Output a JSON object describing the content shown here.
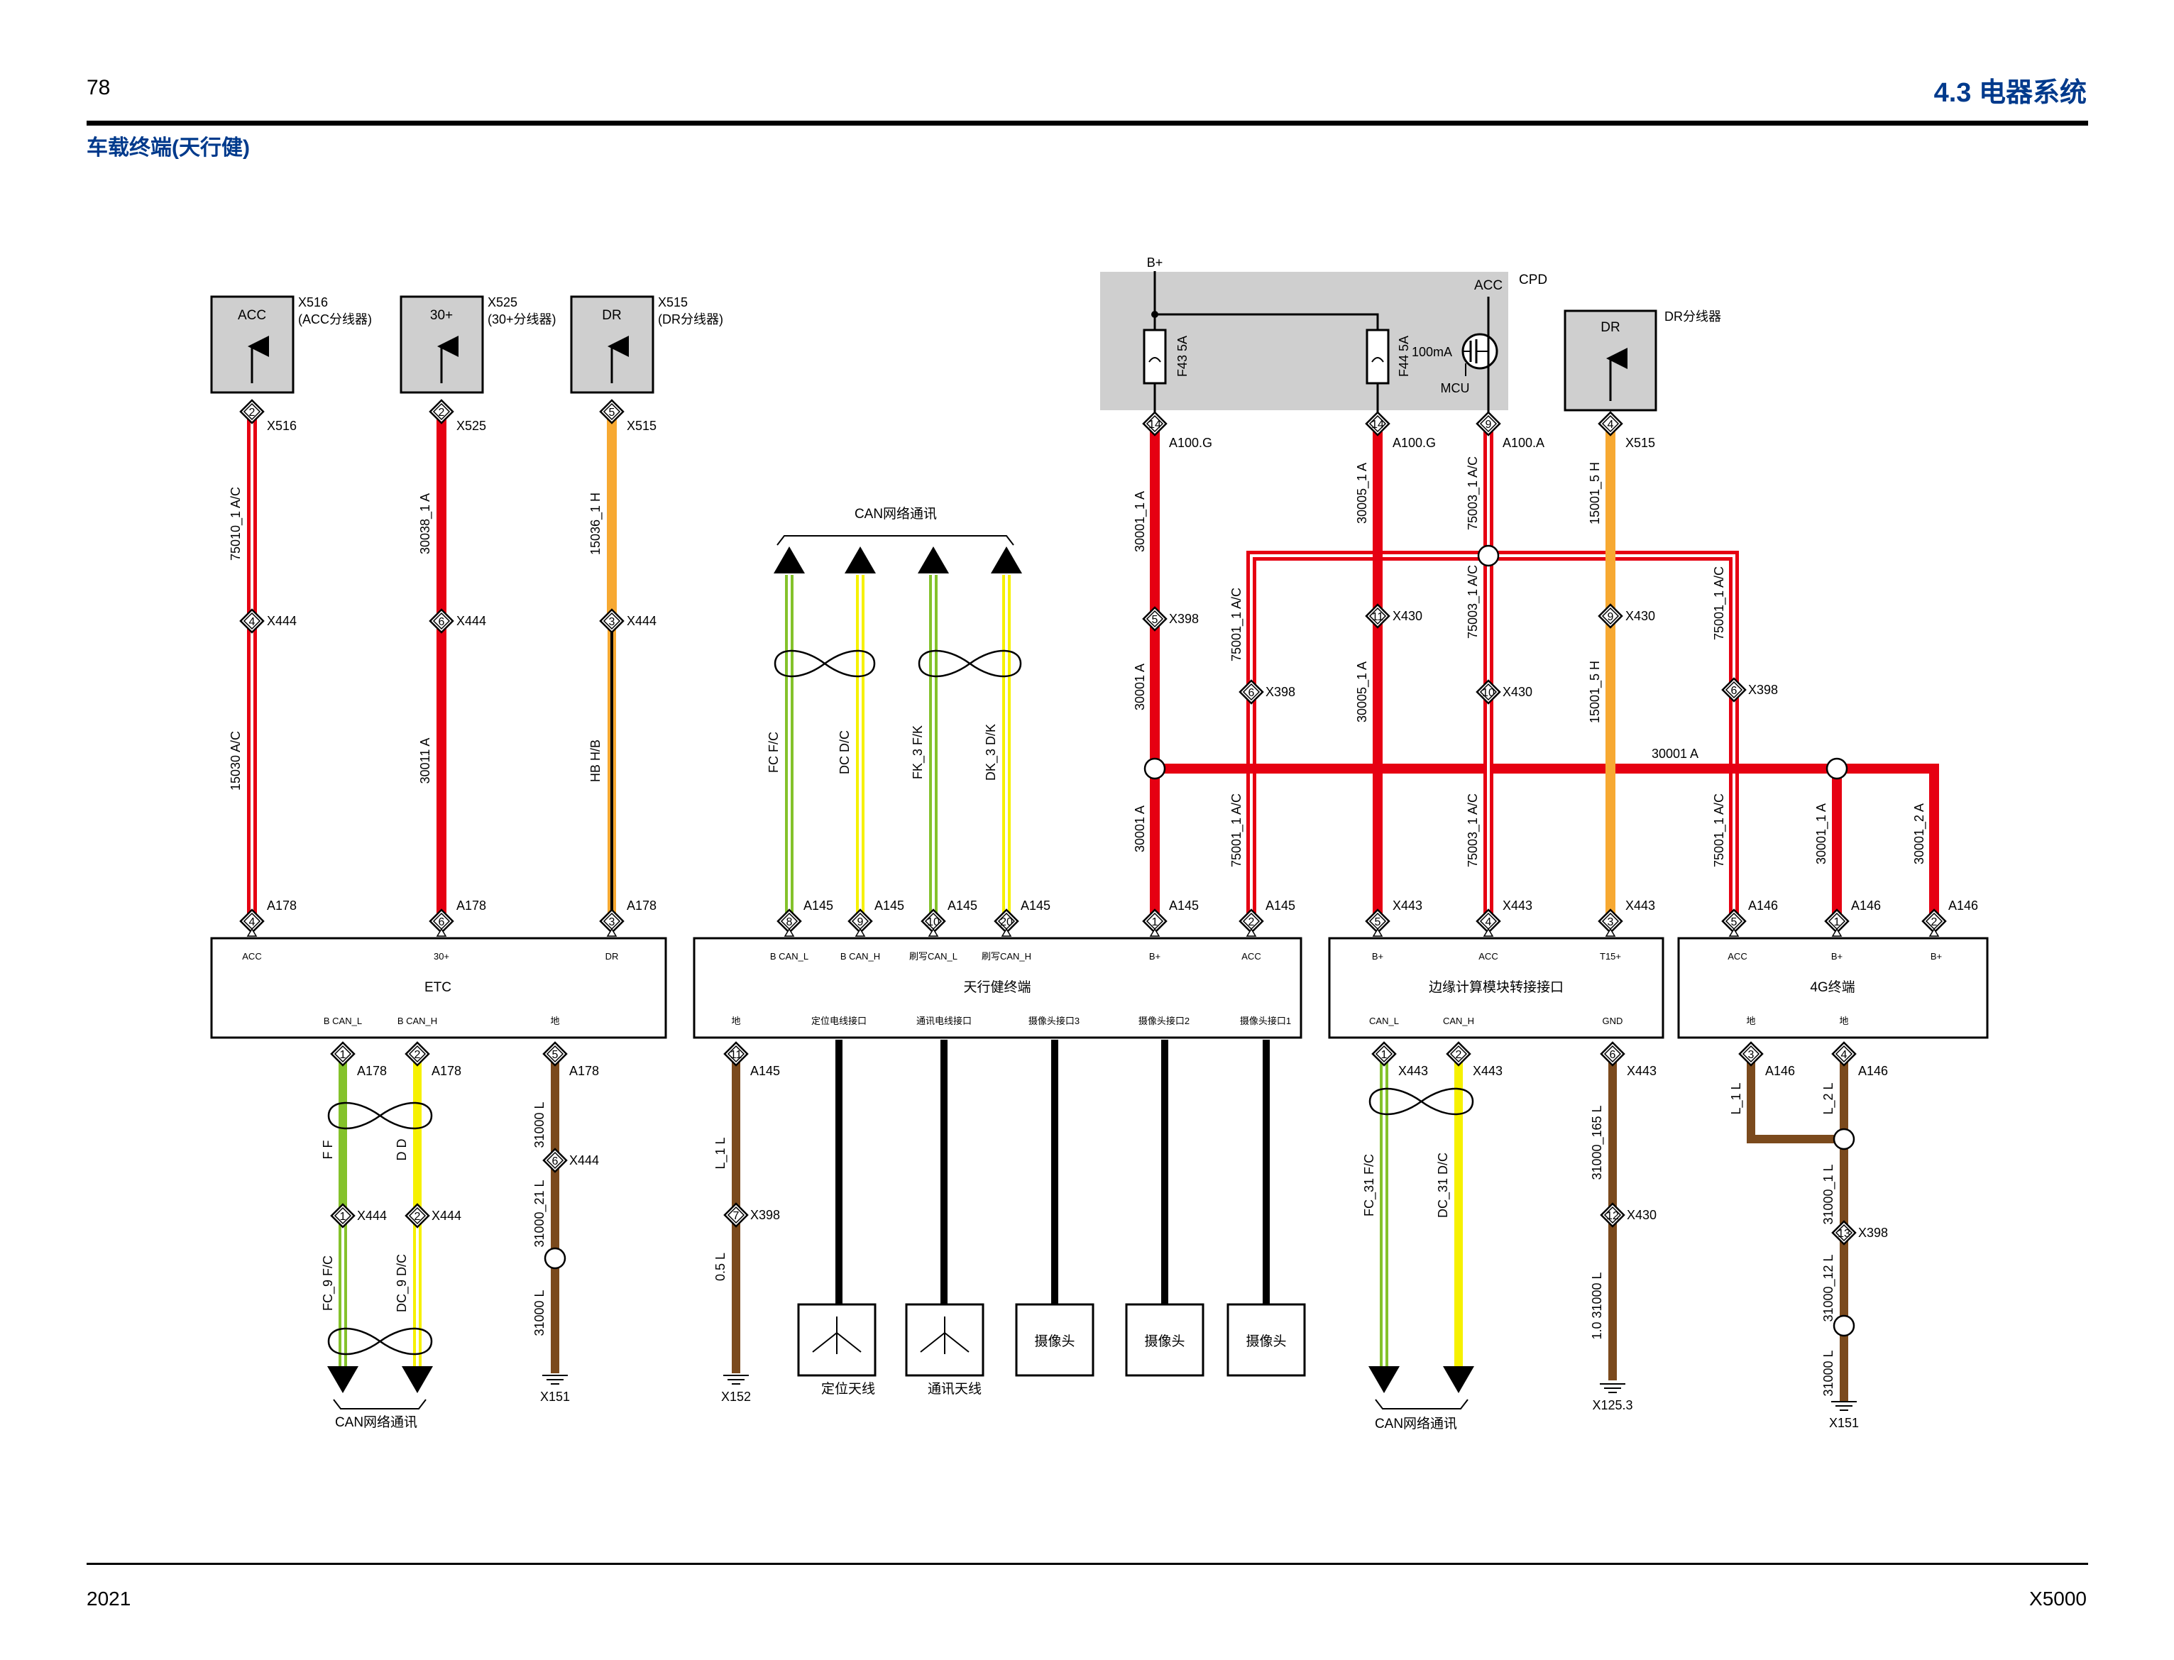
{
  "header": {
    "page_number": "78",
    "section": "4.3 电器系统",
    "title": "车载终端(天行健)"
  },
  "footer": {
    "year": "2021",
    "model": "X5000"
  },
  "colors": {
    "red": "#e60012",
    "orange": "#f7a932",
    "yellow": "#f6f100",
    "green": "#84c22b",
    "brown": "#7b4a1d",
    "black": "#000000",
    "gray_box": "#cfcfcf",
    "title_blue": "#003a8c",
    "white": "#ffffff"
  },
  "sources": [
    {
      "label": "ACC",
      "connector": "X516",
      "desc": "(ACC分线器)",
      "pin": "2"
    },
    {
      "label": "30+",
      "connector": "X525",
      "desc": "(30+分线器)",
      "pin": "2"
    },
    {
      "label": "DR",
      "connector": "X515",
      "desc": "(DR分线器)",
      "pin": "5"
    },
    {
      "label": "DR",
      "connector": "X515",
      "desc": "DR分线器",
      "pin": "4"
    }
  ],
  "cpd": {
    "title": "CPD",
    "bplus": "B+",
    "acc": "ACC",
    "fuse1": "F43 5A",
    "fuse2": "F44 5A",
    "current": "100mA",
    "mcu": "MCU",
    "pins": [
      {
        "pin": "12",
        "conn": "A100.G"
      },
      {
        "pin": "14",
        "conn": "A100.G"
      },
      {
        "pin": "9",
        "conn": "A100.A"
      }
    ]
  },
  "can_bus": {
    "label": "CAN网络通讯"
  },
  "modules": [
    {
      "name": "ETC",
      "top_pins": [
        "ACC",
        "30+",
        "DR"
      ],
      "bottom_pins": [
        "B  CAN_L",
        "B  CAN_H",
        "地"
      ]
    },
    {
      "name": "天行健终端",
      "top_pins": [
        "B  CAN_L",
        "B  CAN_H",
        "刷写CAN_L",
        "刷写CAN_H",
        "B+",
        "ACC"
      ],
      "bottom_pins": [
        "地",
        "定位电线接口",
        "通讯电线接口",
        "摄像头接口3",
        "摄像头接口2",
        "摄像头接口1"
      ]
    },
    {
      "name": "边缘计算模块转接接口",
      "top_pins": [
        "B+",
        "ACC",
        "T15+"
      ],
      "bottom_pins": [
        "CAN_L",
        "CAN_H",
        "GND"
      ]
    },
    {
      "name": "4G终端",
      "top_pins": [
        "ACC",
        "B+",
        "B+"
      ],
      "bottom_pins": [
        "地",
        "地"
      ]
    }
  ],
  "devices": {
    "antenna_gps": "定位天线",
    "antenna_comm": "通讯天线",
    "camera": "摄像头"
  },
  "wires": [
    "75010_1  A/C",
    "15030  A/C",
    "30038_1  A",
    "30011  A",
    "15036_1  H",
    "HB  H/B",
    "FC  F/C",
    "DC  D/C",
    "FK_3  F/K",
    "DK_3  D/K",
    "30001_1  A",
    "30001  A",
    "30001  A",
    "75001_1  A/C",
    "75001_1  A/C",
    "30005_1  A",
    "30005_1  A",
    "75003_1  A/C",
    "75003_1  A/C",
    "75003_1  A/C",
    "15001_5  H",
    "15001_5  H",
    "75001_1  A/C",
    "75001_1  A/C",
    "30001_1  A",
    "30001_2  A",
    "30001  A",
    "F  F",
    "D  D",
    "FC_9  F/C",
    "DC_9  D/C",
    "31000  L",
    "31000_21  L",
    "31000  L",
    "L_1  L",
    "0.5  L",
    "FC_31  F/C",
    "DC_31  D/C",
    "31000_165  L",
    "1.0  31000  L",
    "L_1  L",
    "L_2  L",
    "31000_1  L",
    "31000_12  L",
    "31000  L"
  ],
  "grounds": [
    "X151",
    "X152",
    "X125.3",
    "X151"
  ],
  "conn_labels": [
    "X516",
    "X525",
    "X515",
    "X515",
    "X444",
    "X444",
    "X444",
    "A178",
    "A178",
    "A178",
    "A178",
    "A178",
    "A178",
    "A145",
    "A145",
    "A145",
    "A145",
    "A145",
    "A145",
    "A145",
    "X398",
    "X398",
    "X398",
    "X398",
    "X398",
    "X430",
    "X430",
    "X430",
    "X430",
    "X443",
    "X443",
    "X443",
    "X443",
    "X443",
    "X443",
    "A146",
    "A146",
    "A146",
    "A146",
    "A146",
    "X444",
    "X444",
    "X444"
  ],
  "pin_numbers": [
    "2",
    "2",
    "5",
    "4",
    "4",
    "6",
    "3",
    "4",
    "6",
    "3",
    "8",
    "9",
    "10",
    "20",
    "1",
    "2",
    "5",
    "4",
    "3",
    "5",
    "1",
    "2",
    "5",
    "6",
    "6",
    "6",
    "11",
    "10",
    "9",
    "1",
    "2",
    "5",
    "1",
    "2",
    "5",
    "11",
    "7",
    "1",
    "2",
    "6",
    "12",
    "3",
    "4",
    "13",
    "12",
    "14",
    "9"
  ]
}
